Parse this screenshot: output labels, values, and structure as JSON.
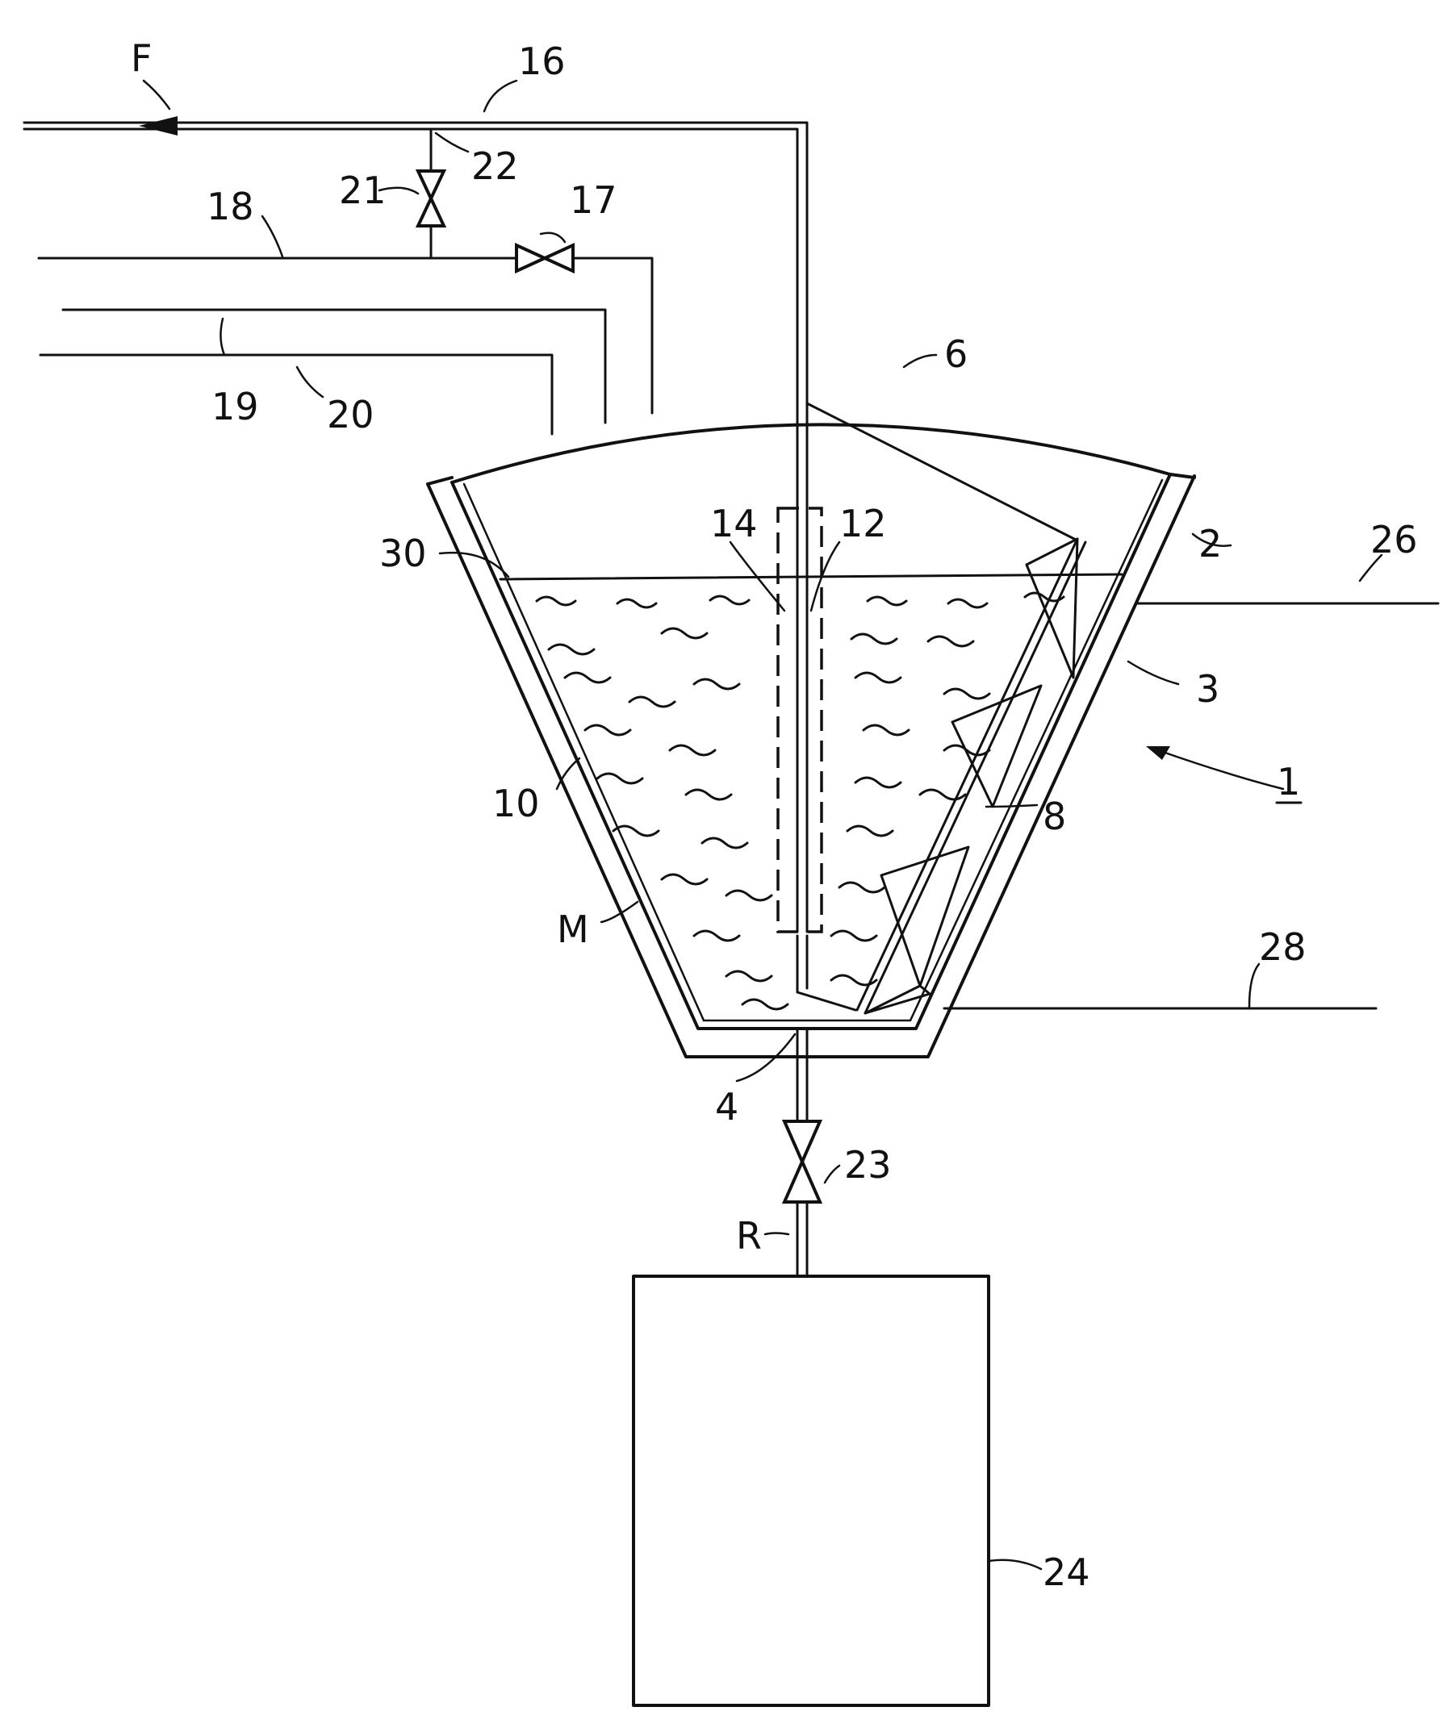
{
  "labels": {
    "flow_in": "F",
    "line_16": "16",
    "line_22": "22",
    "valve_21": "21",
    "line_18": "18",
    "valve_17": "17",
    "line_19": "19",
    "line_20": "20",
    "lid_6": "6",
    "shell_2": "2",
    "line_26": "26",
    "liquid_level_30": "30",
    "pipe_14": "14",
    "shield_12": "12",
    "wall_3": "3",
    "vessel_1": "1",
    "inner_surface_10": "10",
    "stirrer_8": "8",
    "material_M": "M",
    "line_28": "28",
    "outlet_4": "4",
    "valve_23": "23",
    "line_R": "R",
    "tank_24": "24"
  }
}
